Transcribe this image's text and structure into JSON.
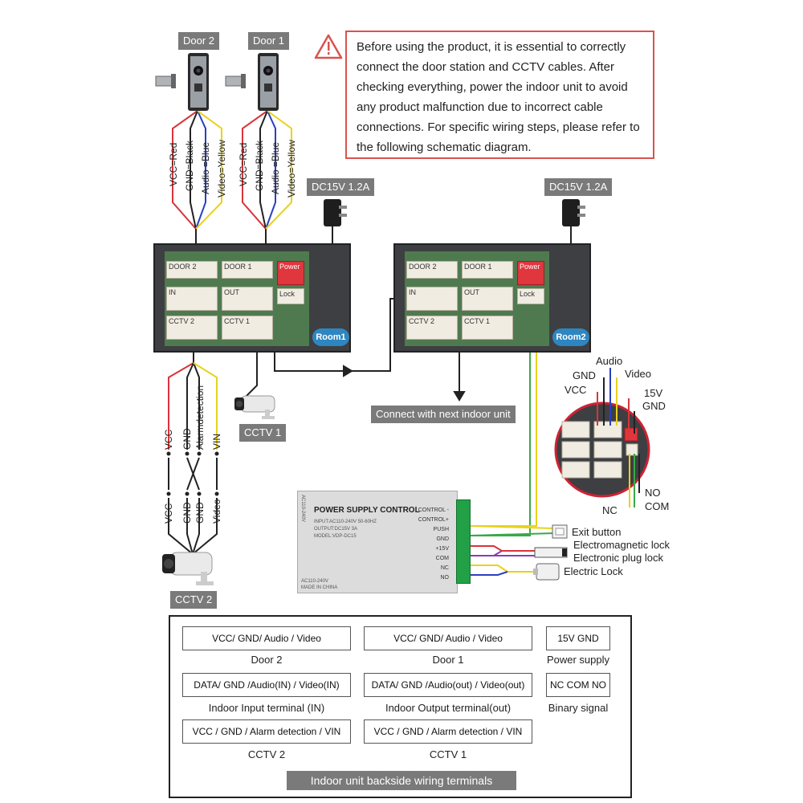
{
  "door_stations": [
    {
      "label": "Door 2"
    },
    {
      "label": "Door 1"
    }
  ],
  "wire_labels": [
    "VCC=Red",
    "GND=Black",
    "Audio =Blue",
    "Video=Yellow"
  ],
  "warning": {
    "text": "Before using the product, it is essential to correctly connect the door station and CCTV cables. After checking everything, power the indoor unit to avoid any product malfunction due to incorrect cable connections. For specific wiring steps, please refer to the following schematic diagram."
  },
  "adapters": [
    {
      "label": "DC15V 1.2A"
    },
    {
      "label": "DC15V 1.2A"
    }
  ],
  "indoor_units": [
    {
      "room": "Room1",
      "ports": [
        "DOOR 2",
        "DOOR 1",
        "Power",
        "IN",
        "OUT",
        "Lock",
        "CCTV 2",
        "CCTV 1"
      ]
    },
    {
      "room": "Room2",
      "ports": [
        "DOOR 2",
        "DOOR 1",
        "Power",
        "IN",
        "OUT",
        "Lock",
        "CCTV 2",
        "CCTV 1"
      ]
    }
  ],
  "cctv": {
    "cctv1": "CCTV 1",
    "cctv2": "CCTV 2",
    "upper_labels": [
      "VCC",
      "GND",
      "Alarmdetection",
      "VIN"
    ],
    "lower_labels": [
      "VCC",
      "GND",
      "GND",
      "Video"
    ]
  },
  "next_unit_label": "Connect with next indoor unit",
  "detail": {
    "audio": "Audio",
    "gnd": "GND",
    "video": "Video",
    "vcc": "VCC",
    "v15": "15V",
    "gnd2": "GND",
    "no": "NO",
    "nc": "NC",
    "com": "COM"
  },
  "psu": {
    "side": "AC110-240V",
    "title": "POWER SUPPLY CONTROL",
    "lines": [
      "INPUT:AC110-240V 50-60HZ",
      "OUTPUT:DC15V 3A",
      "MODEL:VDP-DC15"
    ],
    "bottom": [
      "AC110-240V",
      "MADE IN CHINA"
    ],
    "terminals": [
      "CONTROL -",
      "CONTROL+",
      "PUSH",
      "GND",
      "+15V",
      "COM",
      "NC",
      "NO"
    ]
  },
  "accessories": [
    "Exit button",
    "Electromagnetic lock",
    "Electronic plug lock",
    "Electric Lock"
  ],
  "legend": {
    "title": "Indoor unit backside wiring terminals",
    "cells": [
      {
        "box": "VCC/ GND/ Audio / Video",
        "caption": "Door 2"
      },
      {
        "box": "VCC/ GND/ Audio / Video",
        "caption": "Door 1"
      },
      {
        "box": "15V  GND",
        "caption": "Power supply"
      },
      {
        "box": "DATA/ GND /Audio(IN) / Video(IN)",
        "caption": "Indoor  Input terminal (IN)"
      },
      {
        "box": "DATA/ GND /Audio(out) / Video(out)",
        "caption": "Indoor  Output terminal(out)"
      },
      {
        "box": "NC COM NO",
        "caption": "Binary signal"
      },
      {
        "box": "VCC / GND / Alarm detection / VIN",
        "caption": "CCTV 2"
      },
      {
        "box": "VCC / GND / Alarm detection / VIN",
        "caption": "CCTV 1"
      }
    ]
  },
  "colors": {
    "red": "#d9343a",
    "black": "#222222",
    "blue": "#2b3fbf",
    "yellow": "#e8d21c",
    "green": "#3aa84a",
    "purple": "#8a3bb8",
    "accent_warning": "#d9534f"
  }
}
